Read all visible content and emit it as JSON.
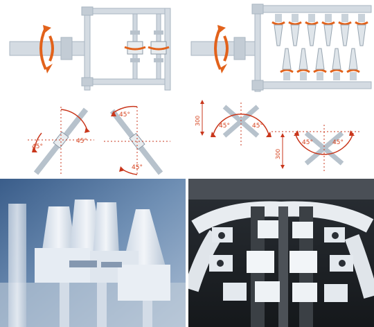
{
  "colors": {
    "background": "#ffffff",
    "pipe": "#d4dbe2",
    "pipe_edge": "#a9b6c1",
    "accent": "#e2621b",
    "dim": "#c9361b",
    "photo_blue": "#6f8fb4",
    "photo_dark": "#1e2226"
  },
  "diagrams": {
    "single_rotation": {
      "angle_left_a": "45°",
      "angle_left_b": "45°",
      "angle_right_a": "45°",
      "angle_right_b": "45°"
    },
    "double_rotation": {
      "angle_top_a": "45°",
      "angle_top_b": "45°",
      "angle_bottom_a": "45°",
      "angle_bottom_b": "45°",
      "dim_top": "300",
      "dim_bottom": "300"
    }
  }
}
